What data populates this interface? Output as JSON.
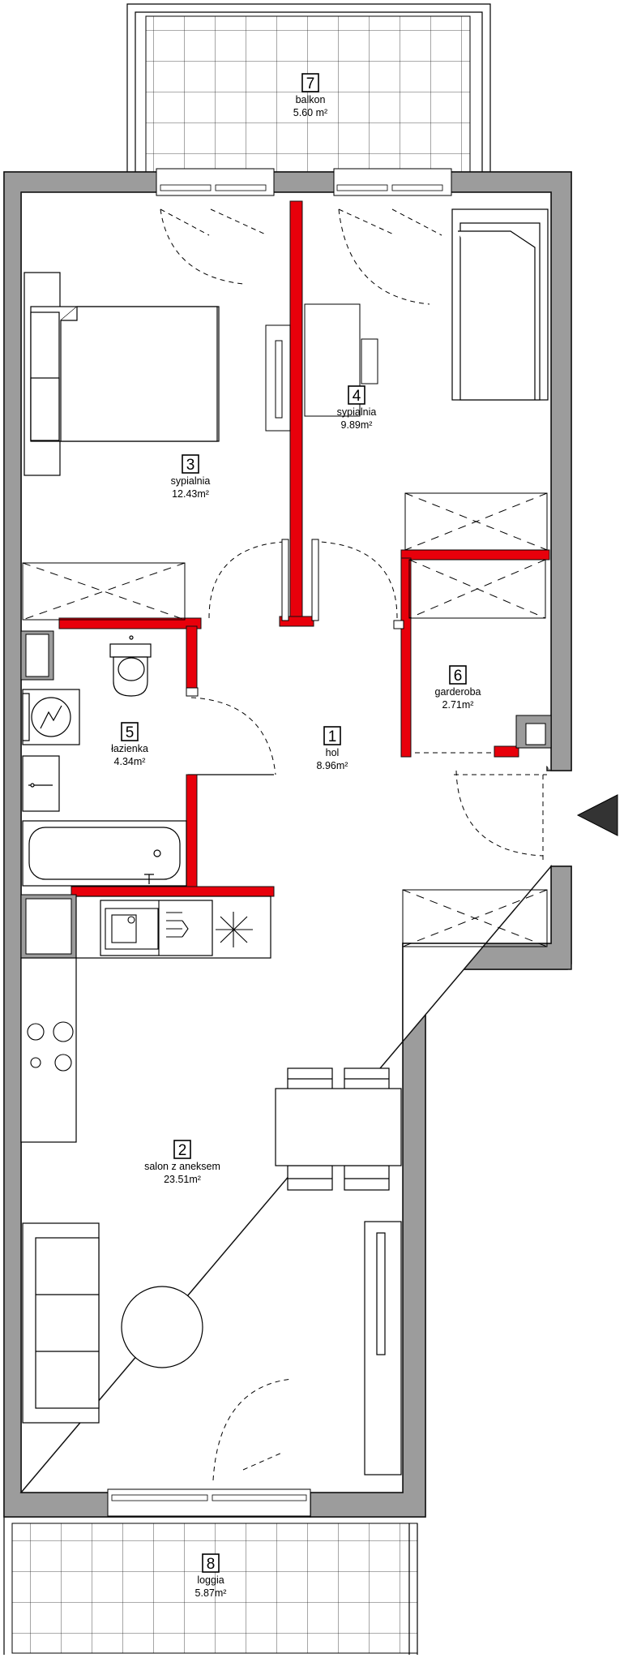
{
  "rooms": [
    {
      "number": "1",
      "name": "hol",
      "area": "8.96m²"
    },
    {
      "number": "2",
      "name": "salon z aneksem",
      "area": "23.51m²"
    },
    {
      "number": "3",
      "name": "sypialnia",
      "area": "12.43m²"
    },
    {
      "number": "4",
      "name": "sypialnia",
      "area": "9.89m²"
    },
    {
      "number": "5",
      "name": "łazienka",
      "area": "4.34m²"
    },
    {
      "number": "6",
      "name": "garderoba",
      "area": "2.71m²"
    },
    {
      "number": "7",
      "name": "balkon",
      "area": "5.60 m²"
    },
    {
      "number": "8",
      "name": "loggia",
      "area": "5.87m²"
    }
  ],
  "colors": {
    "wall": "#9c9c9c",
    "partition": "#e8000b",
    "line": "#000000",
    "background": "#ffffff"
  },
  "icons": [
    "entrance-arrow-icon",
    "toilet-icon",
    "washing-machine-icon",
    "bathtub-icon",
    "sink-icon",
    "kitchen-sink-icon",
    "cooktop-icon",
    "dining-table-icon",
    "sofa-icon",
    "coffee-table-icon",
    "bed-icon",
    "desk-icon",
    "wardrobe-icon"
  ]
}
